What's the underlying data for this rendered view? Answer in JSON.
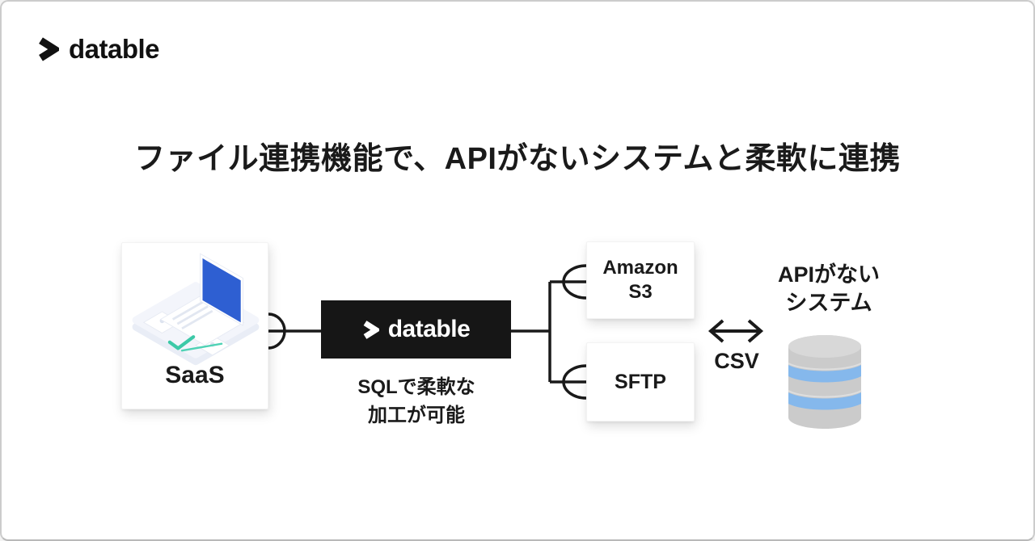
{
  "header": {
    "logo_text": "datable"
  },
  "title": "ファイル連携機能で、APIがないシステムと柔軟に連携",
  "diagram": {
    "saas": {
      "label": "SaaS"
    },
    "datable_node": {
      "logo_text": "datable"
    },
    "sql_note": {
      "line1": "SQLで柔軟な",
      "line2": "加工が可能"
    },
    "s3": {
      "line1": "Amazon",
      "line2": "S3"
    },
    "sftp": {
      "label": "SFTP"
    },
    "csv_label": "CSV",
    "api_system": {
      "line1": "APIがない",
      "line2": "システム"
    },
    "icons": {
      "brand_chevron": "chevron-right",
      "node_chevron": "chevron-right",
      "laptop": "isometric-laptop-illustration",
      "database": "database-cylinder",
      "arrow": "double-headed-arrow",
      "connectors": "fork-port-ellipses"
    },
    "colors": {
      "line": "#1a1a1a",
      "node_bg": "#161616",
      "screen_blue": "#2e5fd2",
      "db_gray": "#cbcbcb",
      "db_gray_top": "#d8d8d8",
      "db_blue": "#85b8ec",
      "teal": "#3cc9a7",
      "canvas_border": "#cccccc"
    }
  }
}
